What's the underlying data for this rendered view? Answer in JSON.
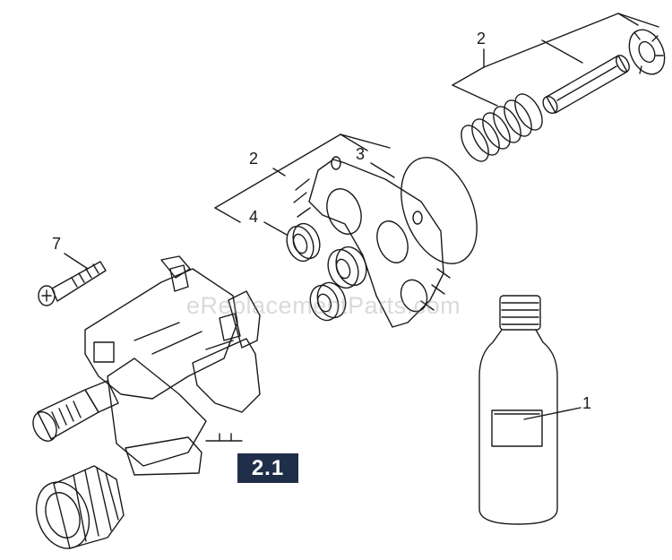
{
  "callouts": {
    "c1": "1",
    "c2_top": "2",
    "c2_mid": "2",
    "c3": "3",
    "c4": "4",
    "c7": "7"
  },
  "subassembly_label": "2.1",
  "watermark": "eReplacementParts.com",
  "colors": {
    "line": "#1a1a1a",
    "badge_bg": "#1f2f4a",
    "badge_text": "#ffffff"
  }
}
